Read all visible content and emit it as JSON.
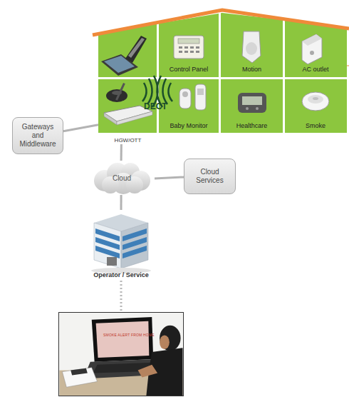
{
  "diagram": {
    "nodes": [
      {
        "text": [
          "Control Panel"
        ]
      },
      {
        "text": [
          "Motion"
        ]
      },
      {
        "text": [
          "AC outlet"
        ]
      },
      {
        "text": [
          "HGW/OTT"
        ]
      },
      {
        "text": [
          "Baby Monitor"
        ]
      },
      {
        "text": [
          "Healthcare"
        ]
      },
      {
        "text": [
          "Smoke"
        ]
      },
      {
        "text": [
          "Gateways and Middleware"
        ]
      },
      {
        "text": [
          "Cloud"
        ]
      },
      {
        "text": [
          "Cloud Services"
        ]
      },
      {
        "text": [
          "Operator / Service"
        ]
      },
      {
        "text": [
          "SMOKE ALERT FROM HOME"
        ]
      }
    ],
    "edges": [
      {
        "from": 7,
        "to": 3,
        "arrow": "none"
      },
      {
        "from": 3,
        "to": 8,
        "arrow": "none"
      },
      {
        "from": 8,
        "to": 9,
        "arrow": "none"
      },
      {
        "from": 8,
        "to": 10,
        "arrow": "none"
      },
      {
        "from": 10,
        "to": 11,
        "arrow": "none"
      }
    ],
    "labels": [
      "DECT"
    ]
  }
}
